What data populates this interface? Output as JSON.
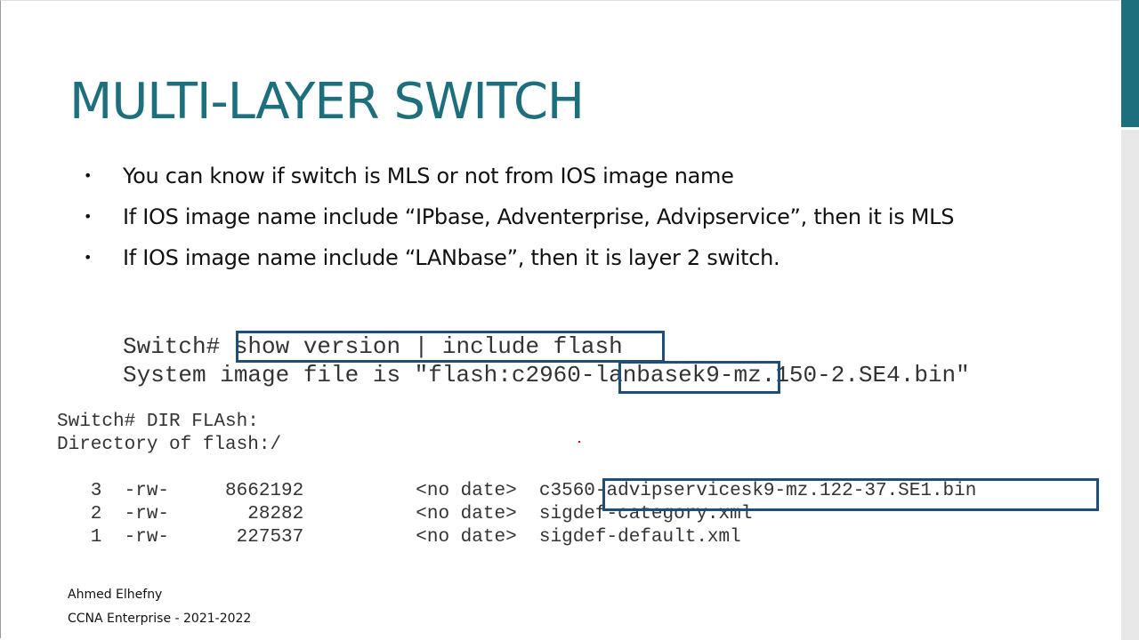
{
  "slide": {
    "title": "MULTI-LAYER SWITCH",
    "bullet_symbol": "•",
    "bullets": [
      "You can know if switch is MLS or not from IOS image name",
      "If IOS image name include “IPbase, Adventerprise, Advipservice”, then it is MLS",
      "If IOS image name include “LANbase”, then it is layer 2 switch."
    ],
    "cli_show_version": [
      "Switch# show version | include flash",
      "System image file is \"flash:c2960-lanbasek9-mz.150-2.SE4.bin\""
    ],
    "cli_dir_flash": [
      "Switch# DIR FLAsh:",
      "Directory of flash:/",
      "",
      "   3  -rw-     8662192          <no date>  c3560-advipservicesk9-mz.122-37.SE1.bin",
      "   2  -rw-       28282          <no date>  sigdef-category.xml",
      "   1  -rw-      227537          <no date>  sigdef-default.xml"
    ],
    "footer": {
      "author": "Ahmed Elhefny",
      "course": "CCNA Enterprise - 2021-2022"
    }
  },
  "colors": {
    "title": "#1d6f7e",
    "accent_bar": "#1d6f7e",
    "highlight_box": "#1f4e79"
  }
}
